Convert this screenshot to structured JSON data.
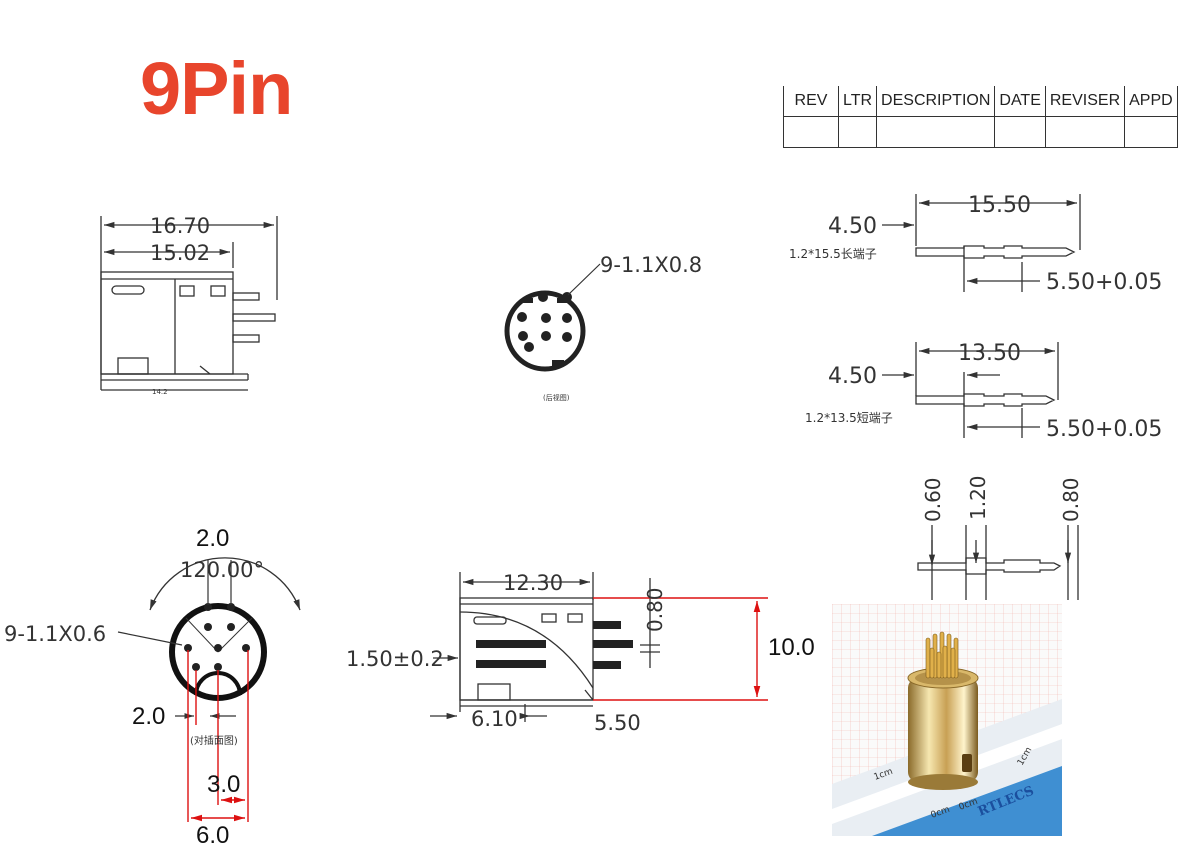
{
  "title": "9Pin",
  "revision_table": {
    "headers": [
      "REV",
      "LTR",
      "DESCRIPTION",
      "DATE",
      "REVISER",
      "APPD"
    ]
  },
  "side_view": {
    "dim_overall": "16.70",
    "dim_body": "15.02",
    "dim_base": "14.2"
  },
  "front_view": {
    "pin_note": "9-1.1X0.8",
    "caption": "(后视图)"
  },
  "pin_long": {
    "dim_total": "15.50",
    "dim_offset": "4.50",
    "label": "1.2*15.5长端子",
    "dim_tip": "5.50+0.05"
  },
  "pin_short": {
    "dim_total": "13.50",
    "dim_offset": "4.50",
    "label": "1.2*13.5短端子",
    "dim_tip": "5.50+0.05"
  },
  "pin_detail": {
    "dim_a": "0.60",
    "dim_b": "1.20",
    "dim_c": "0.80"
  },
  "mating_view": {
    "dim_top": "2.0",
    "angle": "120.00°",
    "pin_note": "9-1.1X0.6",
    "dim_left": "2.0",
    "caption": "(对插面图)",
    "dim_3": "3.0",
    "dim_6": "6.0"
  },
  "section_view": {
    "dim_width": "12.30",
    "dim_pin": "0.80",
    "dim_offset": "1.50±0.2",
    "dim_height": "10.0",
    "dim_front": "6.10",
    "dim_back": "5.50"
  },
  "photo": {
    "ruler_labels": [
      "1cm",
      "0cm",
      "0cm",
      "1cm"
    ],
    "watermark": "RTLECS"
  }
}
